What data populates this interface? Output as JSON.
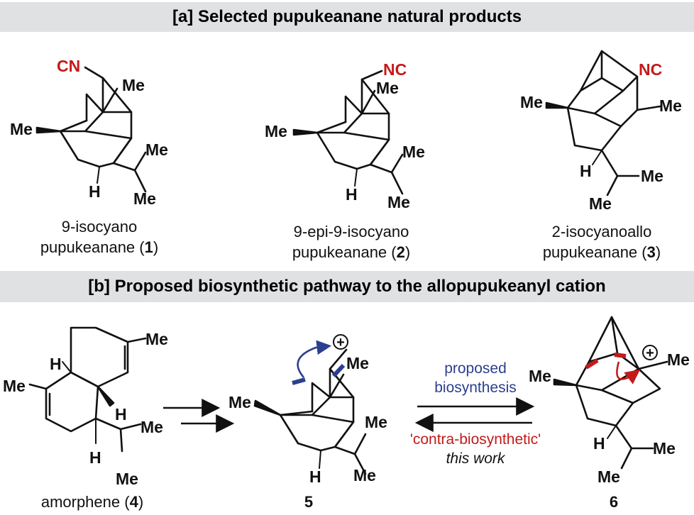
{
  "sections": {
    "a_title": "[a] Selected pupukeanane natural products",
    "b_title": "[b] Proposed biosynthetic pathway to the allopupukeanyl cation"
  },
  "compounds": {
    "c1": {
      "line1": "9-isocyano",
      "line2": "pupukeanane (",
      "num": "1",
      "close": ")"
    },
    "c2": {
      "line1": "9-epi-9-isocyano",
      "line2": "pupukeanane (",
      "num": "2",
      "close": ")"
    },
    "c3": {
      "line1": "2-isocyanoallo",
      "line2": "pupukeanane (",
      "num": "3",
      "close": ")"
    },
    "c4": {
      "name": "amorphene (",
      "num": "4",
      "close": ")"
    },
    "c5": {
      "num": "5"
    },
    "c6": {
      "num": "6"
    }
  },
  "atoms": {
    "cn": "CN",
    "nc": "NC",
    "me": "Me",
    "h": "H",
    "plus": "+"
  },
  "arrows": {
    "forward_label_1": "proposed",
    "forward_label_2": "biosynthesis",
    "reverse_label_1": "'contra-biosynthetic'",
    "reverse_label_2": "this work"
  },
  "colors": {
    "red": "#c41a1a",
    "blue": "#2b3f8f",
    "banner": "#dfe1e3"
  }
}
